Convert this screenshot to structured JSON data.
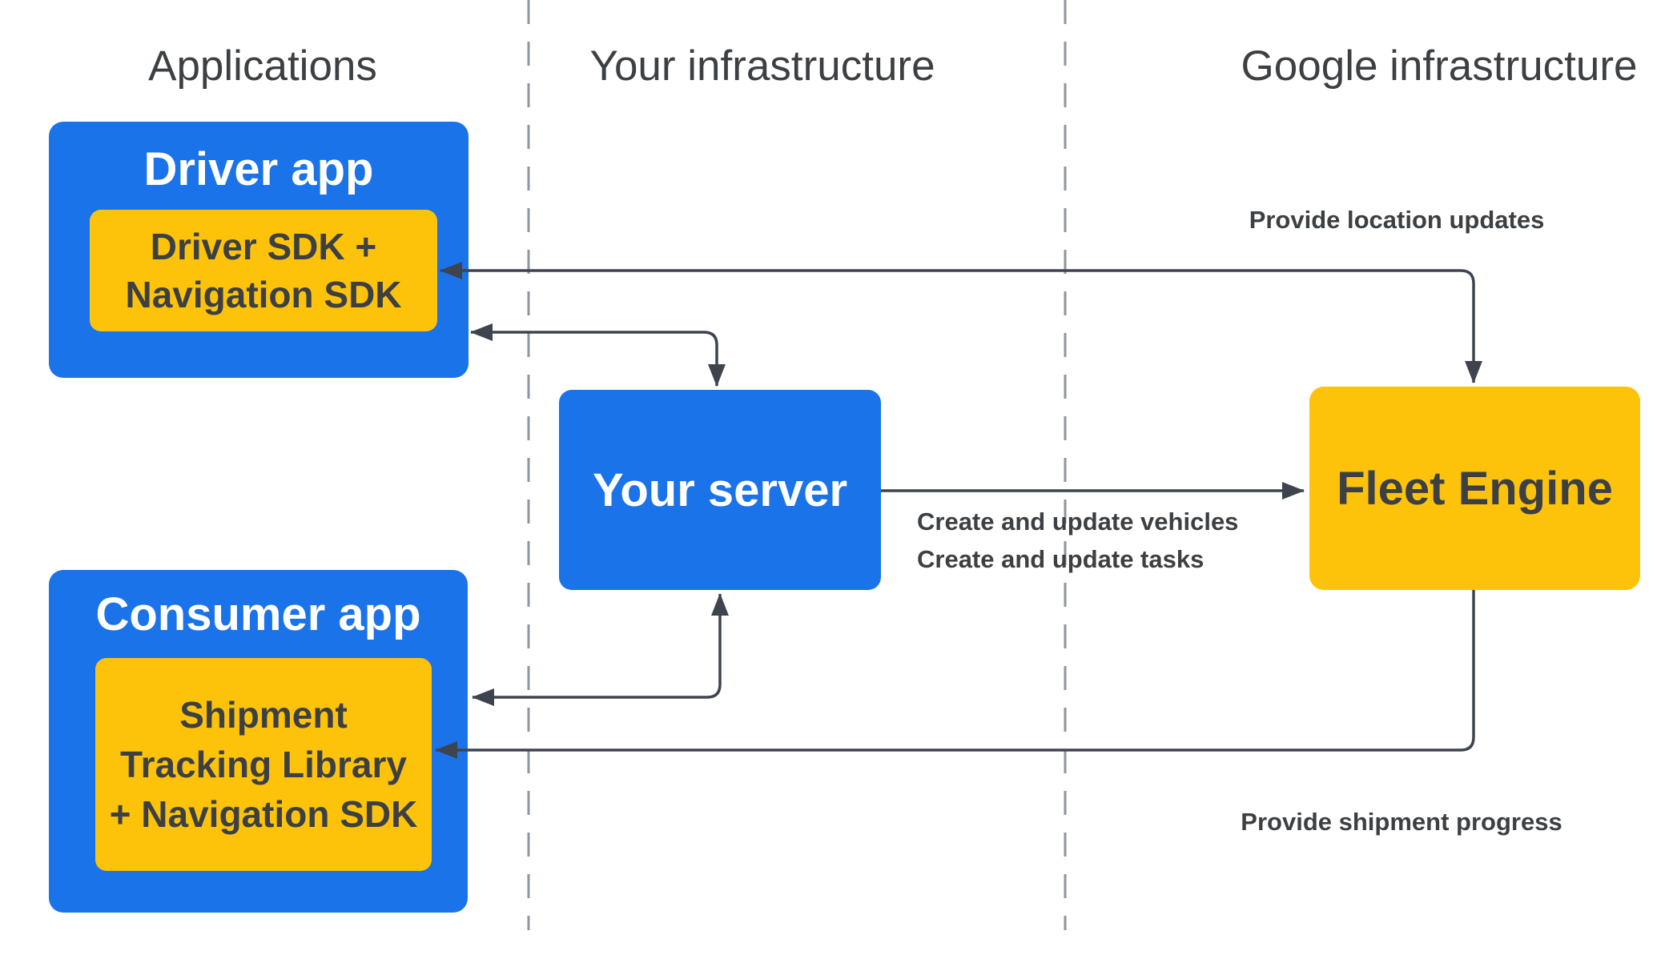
{
  "colors": {
    "box_blue": "#1a73e8",
    "box_yellow": "#fdc30b",
    "ink": "#3c4043",
    "arrow": "#3e444d",
    "divider": "#8e959d",
    "title_text": "#ffffff"
  },
  "columns": [
    {
      "label": "Applications"
    },
    {
      "label": "Your infrastructure"
    },
    {
      "label": "Google infrastructure"
    }
  ],
  "nodes": {
    "driver_app": {
      "title": "Driver app",
      "sdk_lines": [
        "Driver SDK +",
        "Navigation SDK"
      ]
    },
    "consumer_app": {
      "title": "Consumer app",
      "sdk_lines": [
        "Shipment",
        "Tracking Library",
        "+ Navigation SDK"
      ]
    },
    "your_server": {
      "title": "Your server"
    },
    "fleet_engine": {
      "title": "Fleet Engine"
    }
  },
  "edges": {
    "provide_location_updates": {
      "label": "Provide location updates"
    },
    "create_update": {
      "lines": [
        "Create and update vehicles",
        "Create and update tasks"
      ]
    },
    "provide_shipment_progress": {
      "label": "Provide shipment progress"
    }
  }
}
